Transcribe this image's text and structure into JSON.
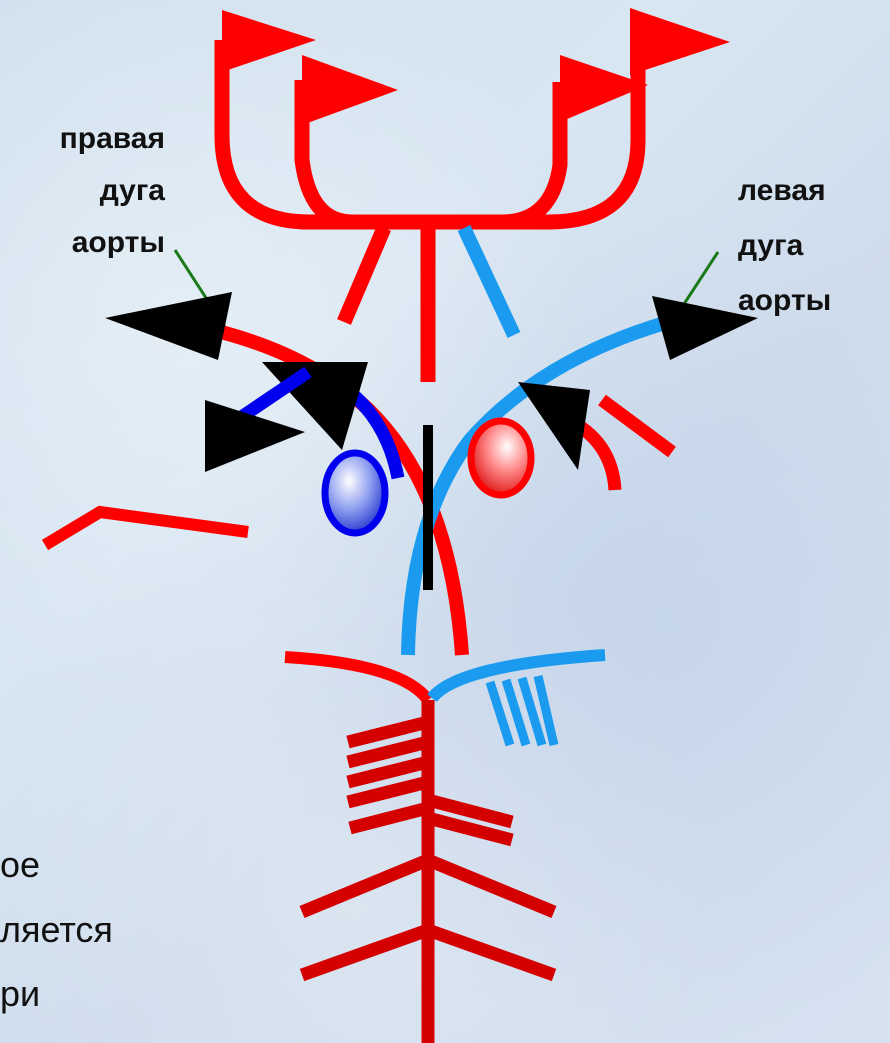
{
  "labels": {
    "right_arch": [
      "правая",
      "дуга",
      "аорты"
    ],
    "left_arch": [
      "левая",
      "дуга",
      "аорты"
    ]
  },
  "body_text_fragments": [
    "ое",
    "ляется",
    "ри"
  ],
  "colors": {
    "artery_red": "#ff0000",
    "trunk_red": "#d40000",
    "vein_blue": "#1a9bf0",
    "deep_blue": "#0000ee",
    "pointer_green": "#1a7a1a",
    "septum": "#000000"
  }
}
